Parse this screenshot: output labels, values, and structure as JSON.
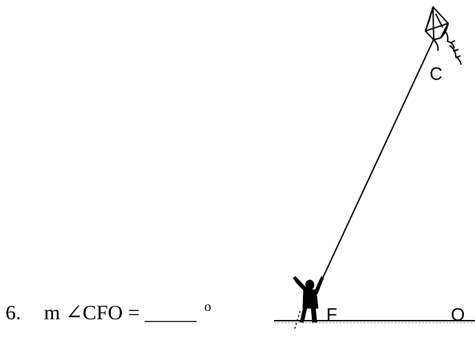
{
  "question": {
    "number": "6.",
    "expression": "m ∠CFO = _____",
    "degree_symbol": "o"
  },
  "points": {
    "kite": "C",
    "flyer": "F",
    "ground": "O"
  },
  "icons": [
    "kite-icon",
    "person-silhouette-icon"
  ]
}
